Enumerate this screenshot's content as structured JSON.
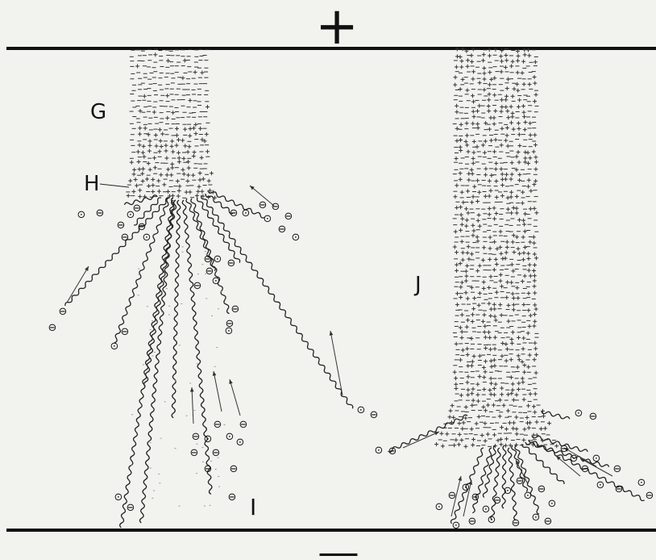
{
  "plates": {
    "top_sign": "+",
    "bottom_sign": "—"
  },
  "labels": {
    "g": "G",
    "h": "H",
    "i": "I",
    "j": "J"
  },
  "particles": {
    "negative_symbol": "⊖",
    "positive_symbol": "⊙"
  },
  "colors": {
    "background": "#f2f2ef",
    "ink": "#111111"
  }
}
